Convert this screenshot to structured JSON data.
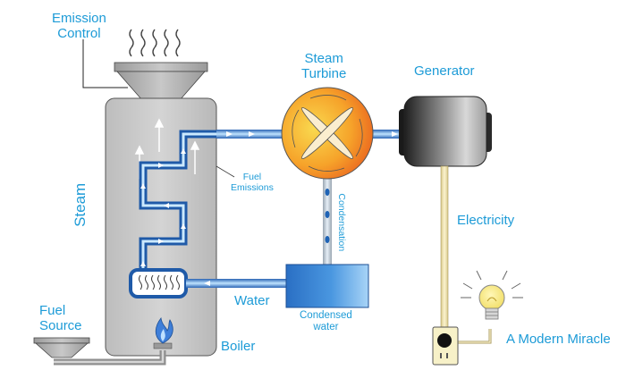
{
  "labels": {
    "emission_control": "Emission\nControl",
    "steam_turbine": "Steam\nTurbine",
    "generator": "Generator",
    "fuel_emissions": "Fuel\nEmissions",
    "condensation": "Condensation",
    "steam": "Steam",
    "electricity": "Electricity",
    "water": "Water",
    "condensed_water": "Condensed\nwater",
    "fuel_source": "Fuel\nSource",
    "boiler": "Boiler",
    "a_modern_miracle": "A Modern Miracle"
  },
  "colors": {
    "label_text": "#1d9bd7",
    "boiler_body": "#c9c9c9",
    "pipe_blue": "#1f63b5",
    "turbine_orange": "#f08a1e",
    "turbine_yellow": "#f7d14a",
    "generator_dark": "#2b2b2b",
    "electric_wire": "#e7d9a6",
    "condensed_water_tank": "#2f7fd0"
  },
  "icons": {
    "smoke": "wavy-smoke-lines",
    "flame": "blue-burner-flame",
    "bulb": "light-bulb-icon",
    "outlet": "wall-outlet-icon"
  }
}
